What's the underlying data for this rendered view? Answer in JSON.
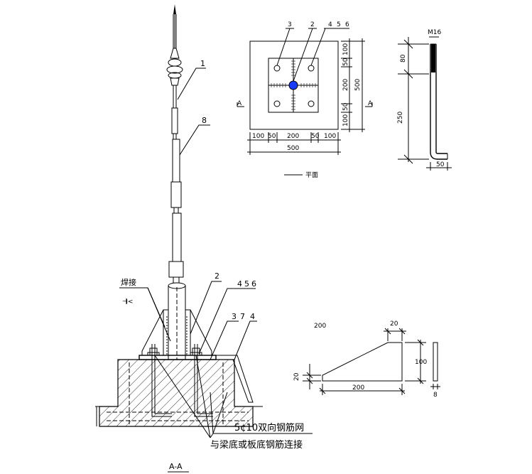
{
  "labels": {
    "l1": "1",
    "l2": "2",
    "l3": "3",
    "l4": "4",
    "l5": "5",
    "l6": "6",
    "l7": "7",
    "l8": "8",
    "plan_3": "3",
    "plan_2": "2",
    "plan_4": "4",
    "plan_5": "5",
    "plan_6": "6",
    "weld": "焊接",
    "weld_symbol": "⊣<",
    "section_title": "A-A",
    "rebar_note": "5¢10双向钢筋网",
    "connect_note": "与梁底或板底钢筋连接",
    "plan_title": "平面",
    "section_mark_left": "A",
    "section_mark_right": "A"
  },
  "plan_dims": {
    "bottom_row": [
      "100",
      "50",
      "200",
      "50",
      "100"
    ],
    "bottom_total": "500",
    "right_col": [
      "100",
      "50",
      "200",
      "50",
      "100"
    ],
    "right_total": "500"
  },
  "bolt_dims": {
    "thread": "M16",
    "top": "80",
    "length": "250",
    "hook": "50"
  },
  "rib_dims": {
    "top_label": "200",
    "top_width": "20",
    "height": "100",
    "end_height": "20",
    "length": "200",
    "thickness": "8"
  },
  "colors": {
    "line": "#000000",
    "rod_center": "#1a3cff"
  }
}
